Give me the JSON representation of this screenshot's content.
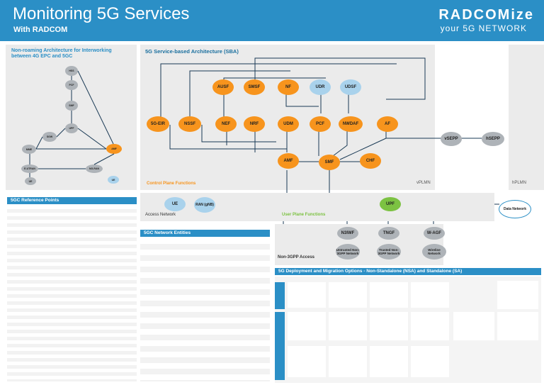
{
  "header": {
    "title": "Monitoring 5G Services",
    "subtitle": "With RADCOM",
    "logo": "RADCOMize",
    "logo_tag": "your 5G NETWORK"
  },
  "roaming": {
    "heading": "Non-roaming Architecture for Interworking between 4G EPC and 5GC"
  },
  "sba": {
    "heading": "5G Service-based Architecture (SBA)",
    "vplmn": "vPLMN",
    "hplmn": "hPLMN",
    "control_plane": "Control Plane Functions",
    "user_plane": "User Plane Functions",
    "access_network": "Access Network",
    "non3gpp": "Non-3GPP Access",
    "data_network": "Data Network",
    "nodes": {
      "ausf": "AUSF",
      "smsf": "SMSF",
      "nf": "NF",
      "udr": "UDR",
      "udsf": "UDSF",
      "seir": "5G-EIR",
      "nssf": "NSSF",
      "nef": "NEF",
      "nrf": "NRF",
      "udm": "UDM",
      "pcf": "PCF",
      "nwdaf": "NWDAF",
      "af": "AF",
      "amf": "AMF",
      "smf": "SMF",
      "chf": "CHF",
      "vsepp": "vSEPP",
      "hsepp": "hSEPP",
      "ue": "UE",
      "ran": "RAN (gNB)",
      "upf": "UPF",
      "n3iwf": "N3IWF",
      "tngf": "TNGF",
      "wagf": "W-AGF",
      "untrusted": "Untrusted Non-3GPP Network",
      "trusted": "Trusted Non-3GPP Network",
      "wireline": "Wireline Network"
    }
  },
  "ref_points": {
    "heading": "5GC Reference Points"
  },
  "entities": {
    "heading": "5GC Network Entities"
  },
  "deployment": {
    "heading": "5G Deployment and Migration Options - Non-Standalone (NSA) and Standalone (SA)"
  },
  "colors": {
    "brand": "#2b8fc6",
    "orange": "#f7941d",
    "lightblue": "#a9d2ec",
    "grey": "#aeb3b8",
    "green": "#7cc242"
  }
}
